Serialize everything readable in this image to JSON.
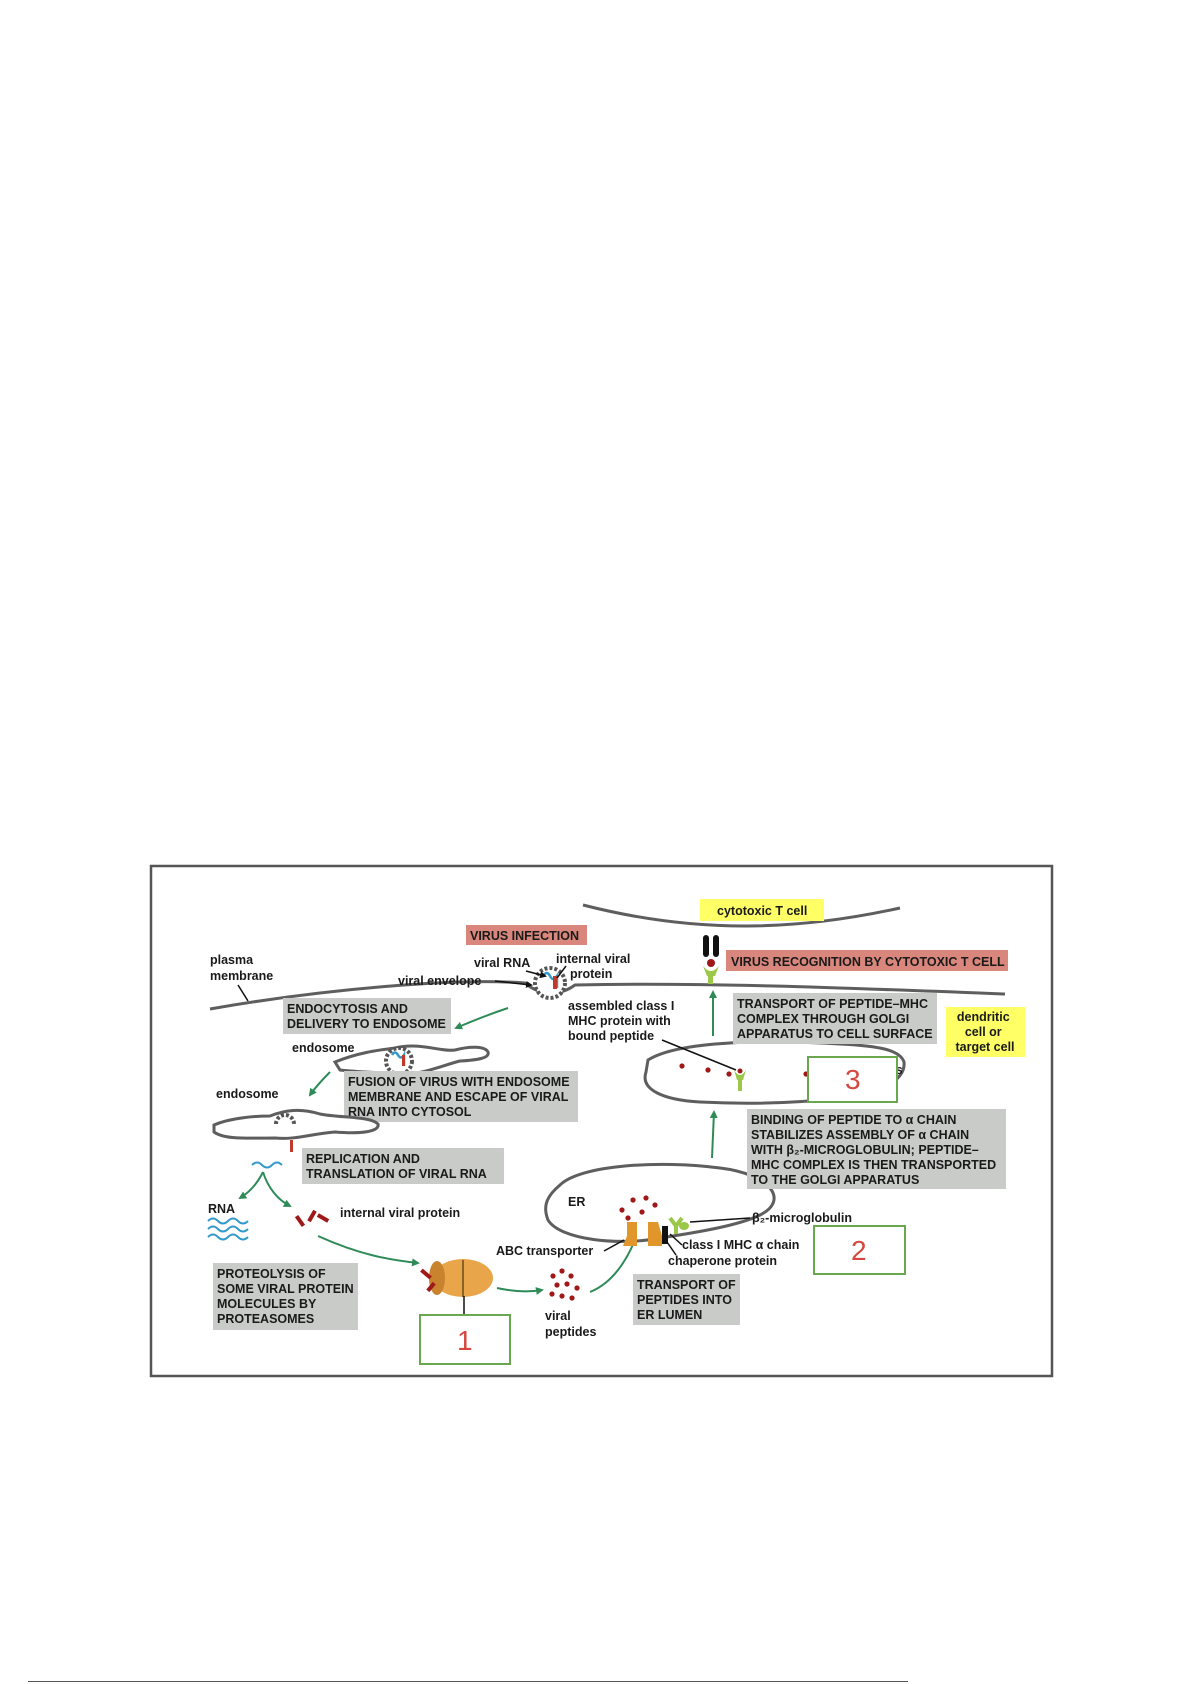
{
  "title": "",
  "colors": {
    "membrane": "#5e5e5e",
    "arrow": "#2e8b57",
    "red_box": "#d9877c",
    "yellow_box": "#ffff66",
    "gray_box": "#c9cbc9",
    "peptide": "#a01818",
    "transporter": "#e0962a",
    "proteasome": "#e8a54a",
    "mhc": "#9cc84a",
    "step_border": "#6aa84f",
    "step_number": "#d4483f"
  },
  "labels": {
    "cytotoxic_t_cell": "cytotoxic T cell",
    "virus_infection": "VIRUS INFECTION",
    "virus_recognition": "VIRUS RECOGNITION BY CYTOTOXIC T CELL",
    "plasma_membrane": [
      "plasma",
      "membrane"
    ],
    "viral_rna": "viral RNA",
    "viral_envelope": "viral envelope",
    "internal_viral_protein_top": [
      "internal viral",
      "protein"
    ],
    "endocytosis": [
      "ENDOCYTOSIS AND",
      "DELIVERY TO ENDOSOME"
    ],
    "endosome_1": "endosome",
    "endosome_2": "endosome",
    "fusion": [
      "FUSION OF VIRUS WITH ENDOSOME",
      "MEMBRANE AND ESCAPE OF VIRAL",
      "RNA INTO CYTOSOL"
    ],
    "assembled_mhc": [
      "assembled class I",
      "MHC protein with",
      "bound peptide"
    ],
    "transport_golgi": [
      "TRANSPORT OF PEPTIDE–MHC",
      "COMPLEX THROUGH GOLGI",
      "APPARATUS TO CELL SURFACE"
    ],
    "dendritic": [
      "dendritic",
      "cell or",
      "target cell"
    ],
    "golgi_suffix": "tus",
    "binding": [
      "BINDING OF PEPTIDE TO α CHAIN",
      "STABILIZES ASSEMBLY OF α CHAIN",
      "WITH β₂-MICROGLOBULIN; PEPTIDE–",
      "MHC COMPLEX IS THEN TRANSPORTED",
      "TO THE GOLGI APPARATUS"
    ],
    "replication": [
      "REPLICATION AND",
      "TRANSLATION OF VIRAL RNA"
    ],
    "rna": "RNA",
    "internal_viral_protein": "internal viral protein",
    "er": "ER",
    "b2_microglobulin": "β₂-microglobulin",
    "class1_alpha": "class I MHC α chain",
    "chaperone": "chaperone protein",
    "abc_transporter": "ABC transporter",
    "proteolysis": [
      "PROTEOLYSIS OF",
      "SOME VIRAL PROTEIN",
      "MOLECULES BY",
      "PROTEASOMES"
    ],
    "viral_peptides": [
      "viral",
      "peptides"
    ],
    "transport_er": [
      "TRANSPORT OF",
      "PEPTIDES INTO",
      "ER LUMEN"
    ]
  },
  "steps": [
    "1",
    "2",
    "3"
  ]
}
